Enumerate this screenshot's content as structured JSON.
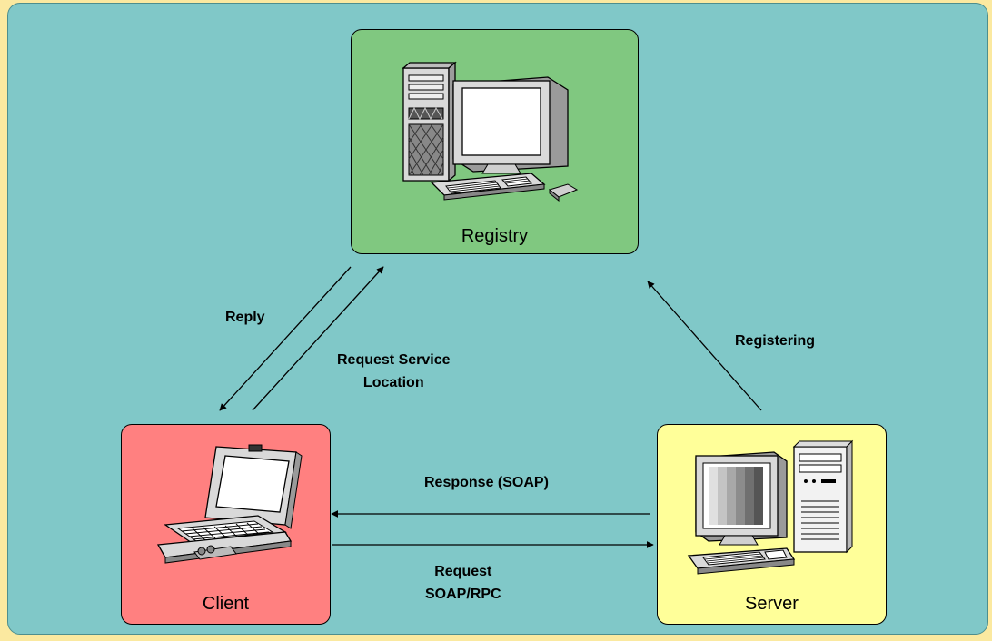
{
  "colors": {
    "background": "#fbe9a0",
    "panel": "#80c8c8",
    "registry_fill": "#80c880",
    "client_fill": "#ff8080",
    "server_fill": "#ffff99"
  },
  "nodes": {
    "registry": {
      "label": "Registry",
      "icon": "desktop-computer-icon"
    },
    "client": {
      "label": "Client",
      "icon": "laptop-icon"
    },
    "server": {
      "label": "Server",
      "icon": "server-computer-icon"
    }
  },
  "edges": {
    "reply": {
      "label": "Reply",
      "from": "Registry",
      "to": "Client"
    },
    "request_location": {
      "line1": "Request Service",
      "line2": "Location",
      "from": "Client",
      "to": "Registry"
    },
    "registering": {
      "label": "Registering",
      "from": "Server",
      "to": "Registry"
    },
    "response": {
      "label": "Response (SOAP)",
      "from": "Server",
      "to": "Client"
    },
    "request": {
      "line1": "Request",
      "line2": "SOAP/RPC",
      "from": "Client",
      "to": "Server"
    }
  }
}
